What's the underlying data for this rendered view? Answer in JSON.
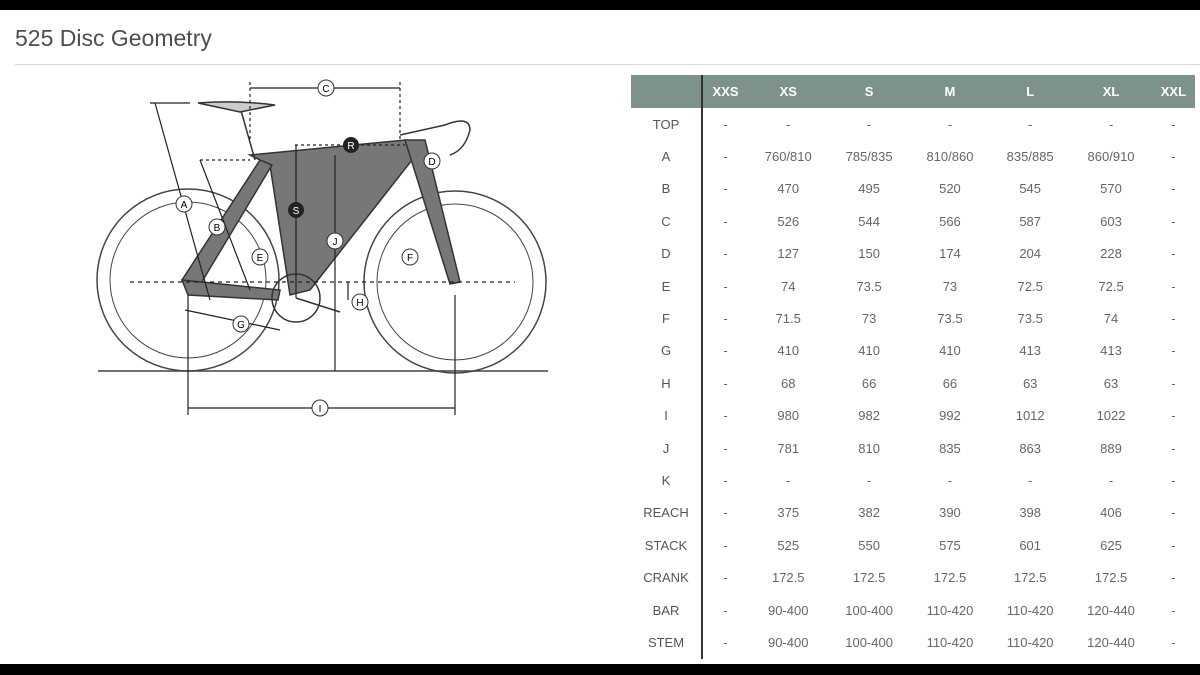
{
  "title": "525 Disc Geometry",
  "diagram": {
    "labels": {
      "A": "A",
      "B": "B",
      "C": "C",
      "D": "D",
      "E": "E",
      "F": "F",
      "G": "G",
      "H": "H",
      "I": "I",
      "J": "J",
      "R": "R",
      "S": "S"
    }
  },
  "table": {
    "headers": [
      "",
      "XXS",
      "XS",
      "S",
      "M",
      "L",
      "XL",
      "XXL"
    ],
    "rows": [
      [
        "TOP",
        "-",
        "-",
        "-",
        "-",
        "-",
        "-",
        "-"
      ],
      [
        "A",
        "-",
        "760/810",
        "785/835",
        "810/860",
        "835/885",
        "860/910",
        "-"
      ],
      [
        "B",
        "-",
        "470",
        "495",
        "520",
        "545",
        "570",
        "-"
      ],
      [
        "C",
        "-",
        "526",
        "544",
        "566",
        "587",
        "603",
        "-"
      ],
      [
        "D",
        "-",
        "127",
        "150",
        "174",
        "204",
        "228",
        "-"
      ],
      [
        "E",
        "-",
        "74",
        "73.5",
        "73",
        "72.5",
        "72.5",
        "-"
      ],
      [
        "F",
        "-",
        "71.5",
        "73",
        "73.5",
        "73.5",
        "74",
        "-"
      ],
      [
        "G",
        "-",
        "410",
        "410",
        "410",
        "413",
        "413",
        "-"
      ],
      [
        "H",
        "-",
        "68",
        "66",
        "66",
        "63",
        "63",
        "-"
      ],
      [
        "I",
        "-",
        "980",
        "982",
        "992",
        "1012",
        "1022",
        "-"
      ],
      [
        "J",
        "-",
        "781",
        "810",
        "835",
        "863",
        "889",
        "-"
      ],
      [
        "K",
        "-",
        "-",
        "-",
        "-",
        "-",
        "-",
        "-"
      ],
      [
        "REACH",
        "-",
        "375",
        "382",
        "390",
        "398",
        "406",
        "-"
      ],
      [
        "STACK",
        "-",
        "525",
        "550",
        "575",
        "601",
        "625",
        "-"
      ],
      [
        "CRANK",
        "-",
        "172.5",
        "172.5",
        "172.5",
        "172.5",
        "172.5",
        "-"
      ],
      [
        "BAR",
        "-",
        "90-400",
        "100-400",
        "110-420",
        "110-420",
        "120-440",
        "-"
      ],
      [
        "STEM",
        "-",
        "90-400",
        "100-400",
        "110-420",
        "110-420",
        "120-440",
        "-"
      ]
    ]
  }
}
